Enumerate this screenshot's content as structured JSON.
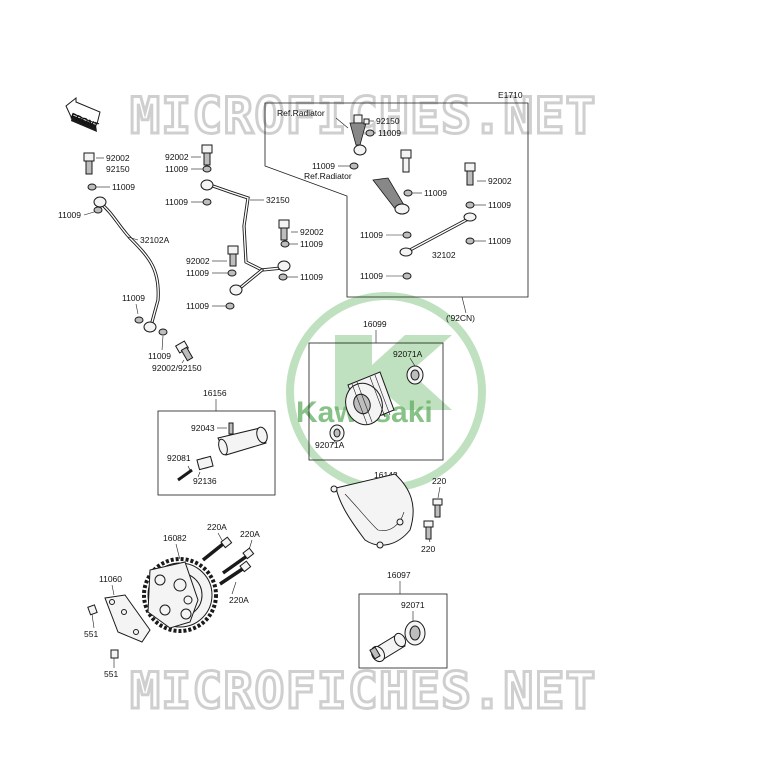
{
  "diagram_code": "E1710",
  "front_label": "FRONT",
  "watermark_top": "MICROFICHES.NET",
  "watermark_bottom": "MICROFICHES.NET",
  "logo_text": "Kawasaki",
  "colors": {
    "watermark_outline": "#cfcfcf",
    "logo_green": "#8bc98b",
    "line": "#1a1a1a"
  },
  "labels": {
    "ref_radiator_1": "Ref.Radiator",
    "p92150_a": "92150",
    "p11009_a": "11009",
    "p11009_b": "11009",
    "ref_radiator_2": "Ref.Radiator",
    "p11009_c": "11009",
    "p92002_a": "92002",
    "p11009_d": "11009",
    "p11009_e": "11009",
    "p32102": "32102",
    "p11009_f": "11009",
    "p11009_g": "11009",
    "variant_92cn": "('92CN)",
    "p92002_b": "92002",
    "p92150_b": "92150",
    "p11009_h": "11009",
    "p11009_i": "11009",
    "p32102a": "32102A",
    "p11009_j": "11009",
    "p11009_k": "11009",
    "p92002_92150": "92002/92150",
    "p92002_c": "92002",
    "p11009_l": "11009",
    "p11009_m": "11009",
    "p32150": "32150",
    "p92002_d": "92002",
    "p11009_n": "11009",
    "p92002_e": "92002",
    "p11009_o": "11009",
    "p11009_p": "11009",
    "p11009_q": "11009",
    "p16099": "16099",
    "p92071a_a": "92071A",
    "p92071a_b": "92071A",
    "p16156": "16156",
    "p92043": "92043",
    "p92081": "92081",
    "p92136": "92136",
    "p16142": "16142",
    "p220_a": "220",
    "p220_b": "220",
    "p16082": "16082",
    "p220a_a": "220A",
    "p220a_b": "220A",
    "p220a_c": "220A",
    "p11060": "11060",
    "p551_a": "551",
    "p551_b": "551",
    "p16097": "16097",
    "p92071": "92071"
  }
}
